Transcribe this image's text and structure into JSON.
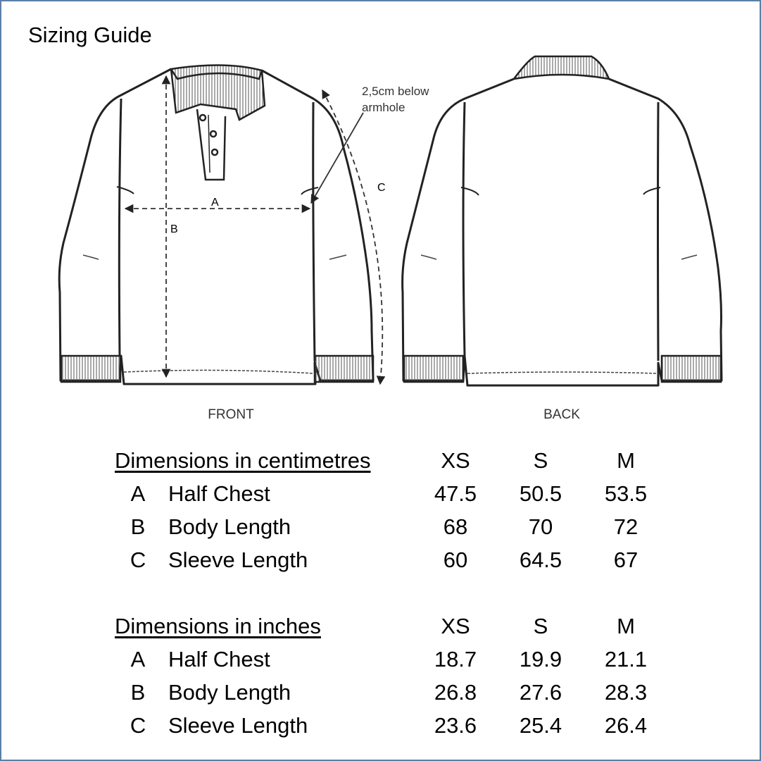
{
  "title": "Sizing Guide",
  "diagram": {
    "annotation_line1": "2,5cm below",
    "annotation_line2": "armhole",
    "label_a": "A",
    "label_b": "B",
    "label_c": "C",
    "front_caption": "FRONT",
    "back_caption": "BACK"
  },
  "tables": {
    "cm": {
      "heading": "Dimensions in centimetres",
      "sizes": [
        "XS",
        "S",
        "M"
      ],
      "rows": [
        {
          "code": "A",
          "label": "Half Chest",
          "values": [
            "47.5",
            "50.5",
            "53.5"
          ]
        },
        {
          "code": "B",
          "label": "Body Length",
          "values": [
            "68",
            "70",
            "72"
          ]
        },
        {
          "code": "C",
          "label": "Sleeve Length",
          "values": [
            "60",
            "64.5",
            "67"
          ]
        }
      ]
    },
    "inches": {
      "heading": "Dimensions in inches",
      "sizes": [
        "XS",
        "S",
        "M"
      ],
      "rows": [
        {
          "code": "A",
          "label": "Half Chest",
          "values": [
            "18.7",
            "19.9",
            "21.1"
          ]
        },
        {
          "code": "B",
          "label": "Body Length",
          "values": [
            "26.8",
            "27.6",
            "28.3"
          ]
        },
        {
          "code": "C",
          "label": "Sleeve Length",
          "values": [
            "23.6",
            "25.4",
            "26.4"
          ]
        }
      ]
    }
  },
  "colors": {
    "border": "#5b7fa8",
    "line": "#222222"
  }
}
